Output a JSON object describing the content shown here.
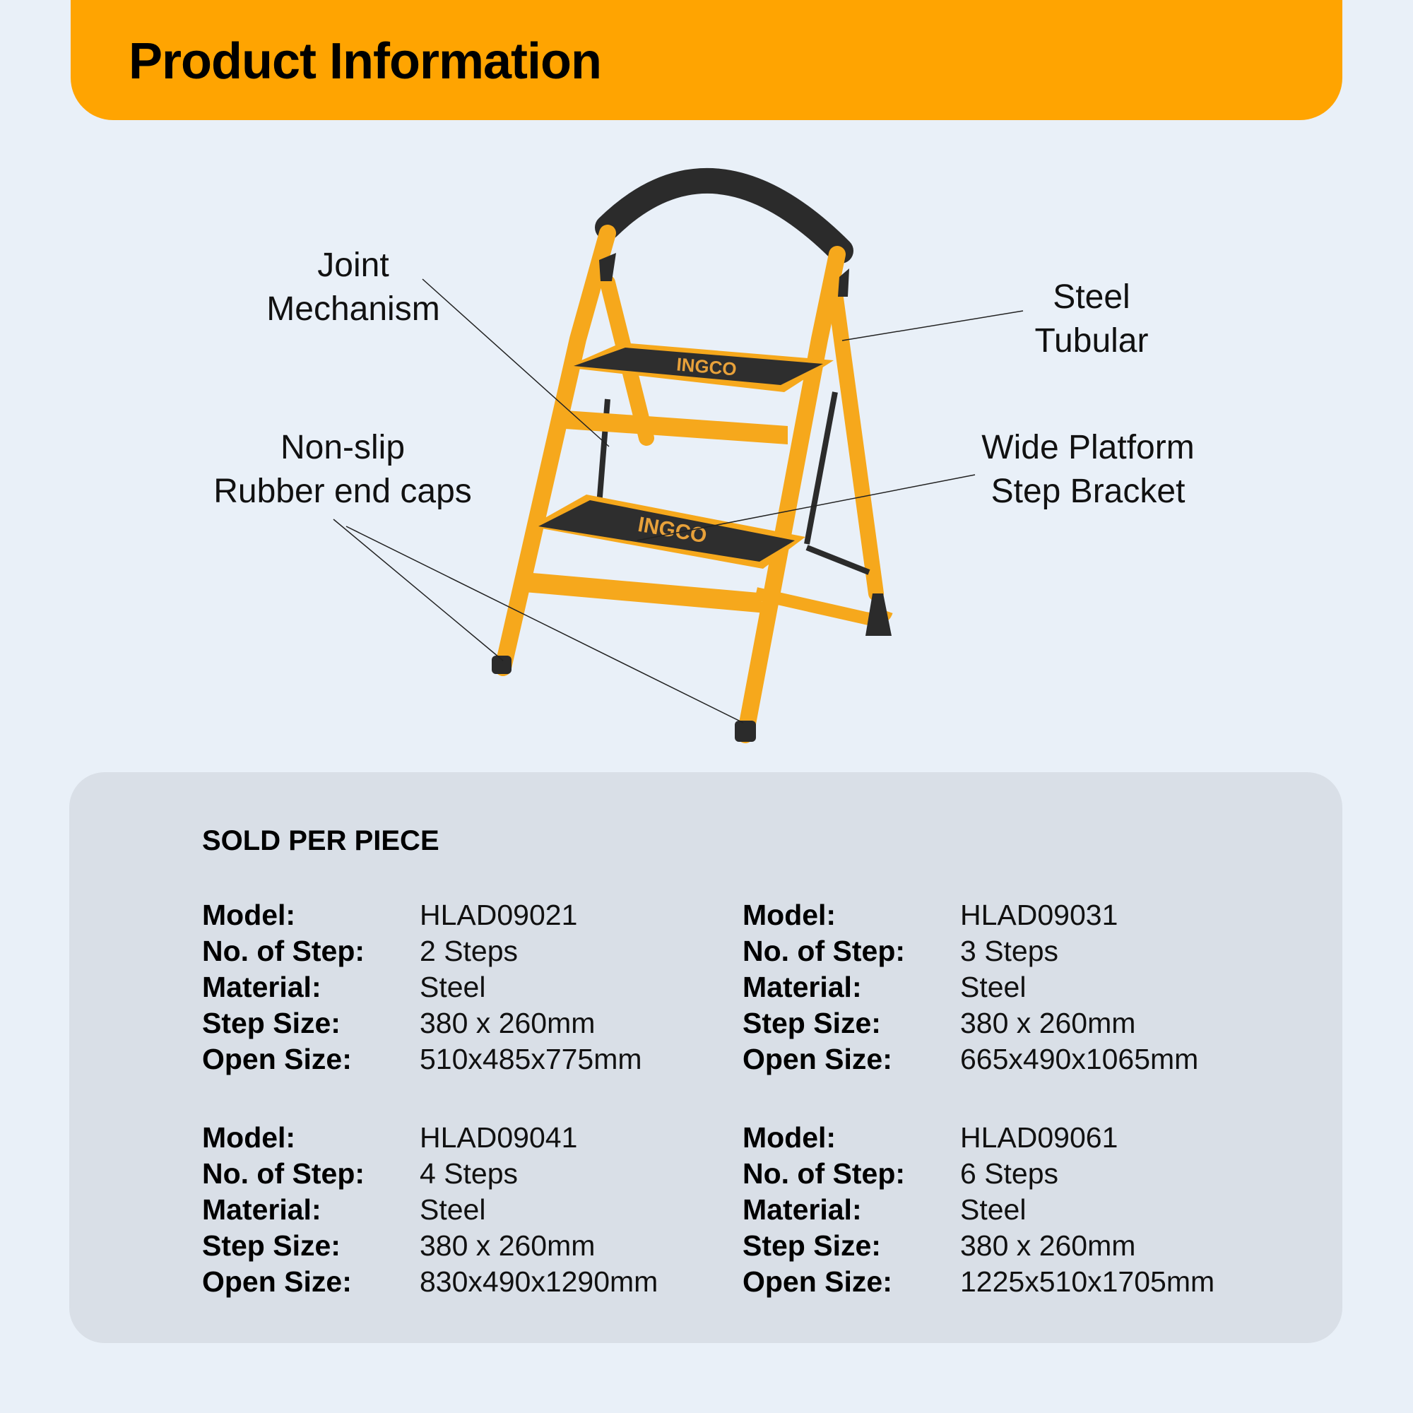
{
  "header": {
    "title": "Product Information"
  },
  "diagram": {
    "callouts": [
      {
        "id": "joint",
        "line1": "Joint",
        "line2": "Mechanism"
      },
      {
        "id": "steel",
        "line1": "Steel",
        "line2": "Tubular"
      },
      {
        "id": "nonslip",
        "line1": "Non-slip",
        "line2": "Rubber end caps"
      },
      {
        "id": "platform",
        "line1": "Wide Platform",
        "line2": "Step Bracket"
      }
    ],
    "colors": {
      "frame": "#f6a81c",
      "rubber": "#2b2b2b",
      "logo": "#e8a13a"
    }
  },
  "specs": {
    "title": "SOLD PER PIECE",
    "labels": {
      "model": "Model:",
      "steps": "No. of Step:",
      "material": "Material:",
      "step_size": "Step Size:",
      "open_size": "Open Size:"
    },
    "products": [
      {
        "model": "HLAD09021",
        "steps": "2 Steps",
        "material": "Steel",
        "step_size": "380 x 260mm",
        "open_size": "510x485x775mm"
      },
      {
        "model": "HLAD09031",
        "steps": "3 Steps",
        "material": "Steel",
        "step_size": "380 x 260mm",
        "open_size": "665x490x1065mm"
      },
      {
        "model": "HLAD09041",
        "steps": "4 Steps",
        "material": "Steel",
        "step_size": "380 x 260mm",
        "open_size": "830x490x1290mm"
      },
      {
        "model": "HLAD09061",
        "steps": "6 Steps",
        "material": "Steel",
        "step_size": "380 x 260mm",
        "open_size": "1225x510x1705mm"
      }
    ]
  },
  "colors": {
    "accent": "#ffa401",
    "background": "#e9f0f8",
    "panel": "#d9dfe7"
  }
}
